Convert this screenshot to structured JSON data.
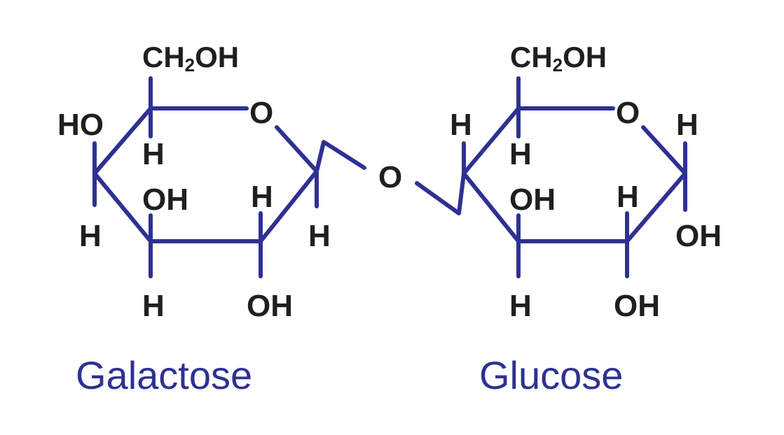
{
  "colors": {
    "bond": "#2e3192",
    "atom": "#1f1f1f",
    "label": "#2e3192"
  },
  "labels": {
    "left_sugar": "Galactose",
    "right_sugar": "Glucose"
  },
  "atoms": {
    "ch2oh_prefix": "CH",
    "ch2oh_sub": "2",
    "ch2oh_suffix": "OH",
    "oxygen": "O",
    "hydrogen": "H",
    "hydroxyl": "OH",
    "hydroxyl_left": "HO"
  }
}
